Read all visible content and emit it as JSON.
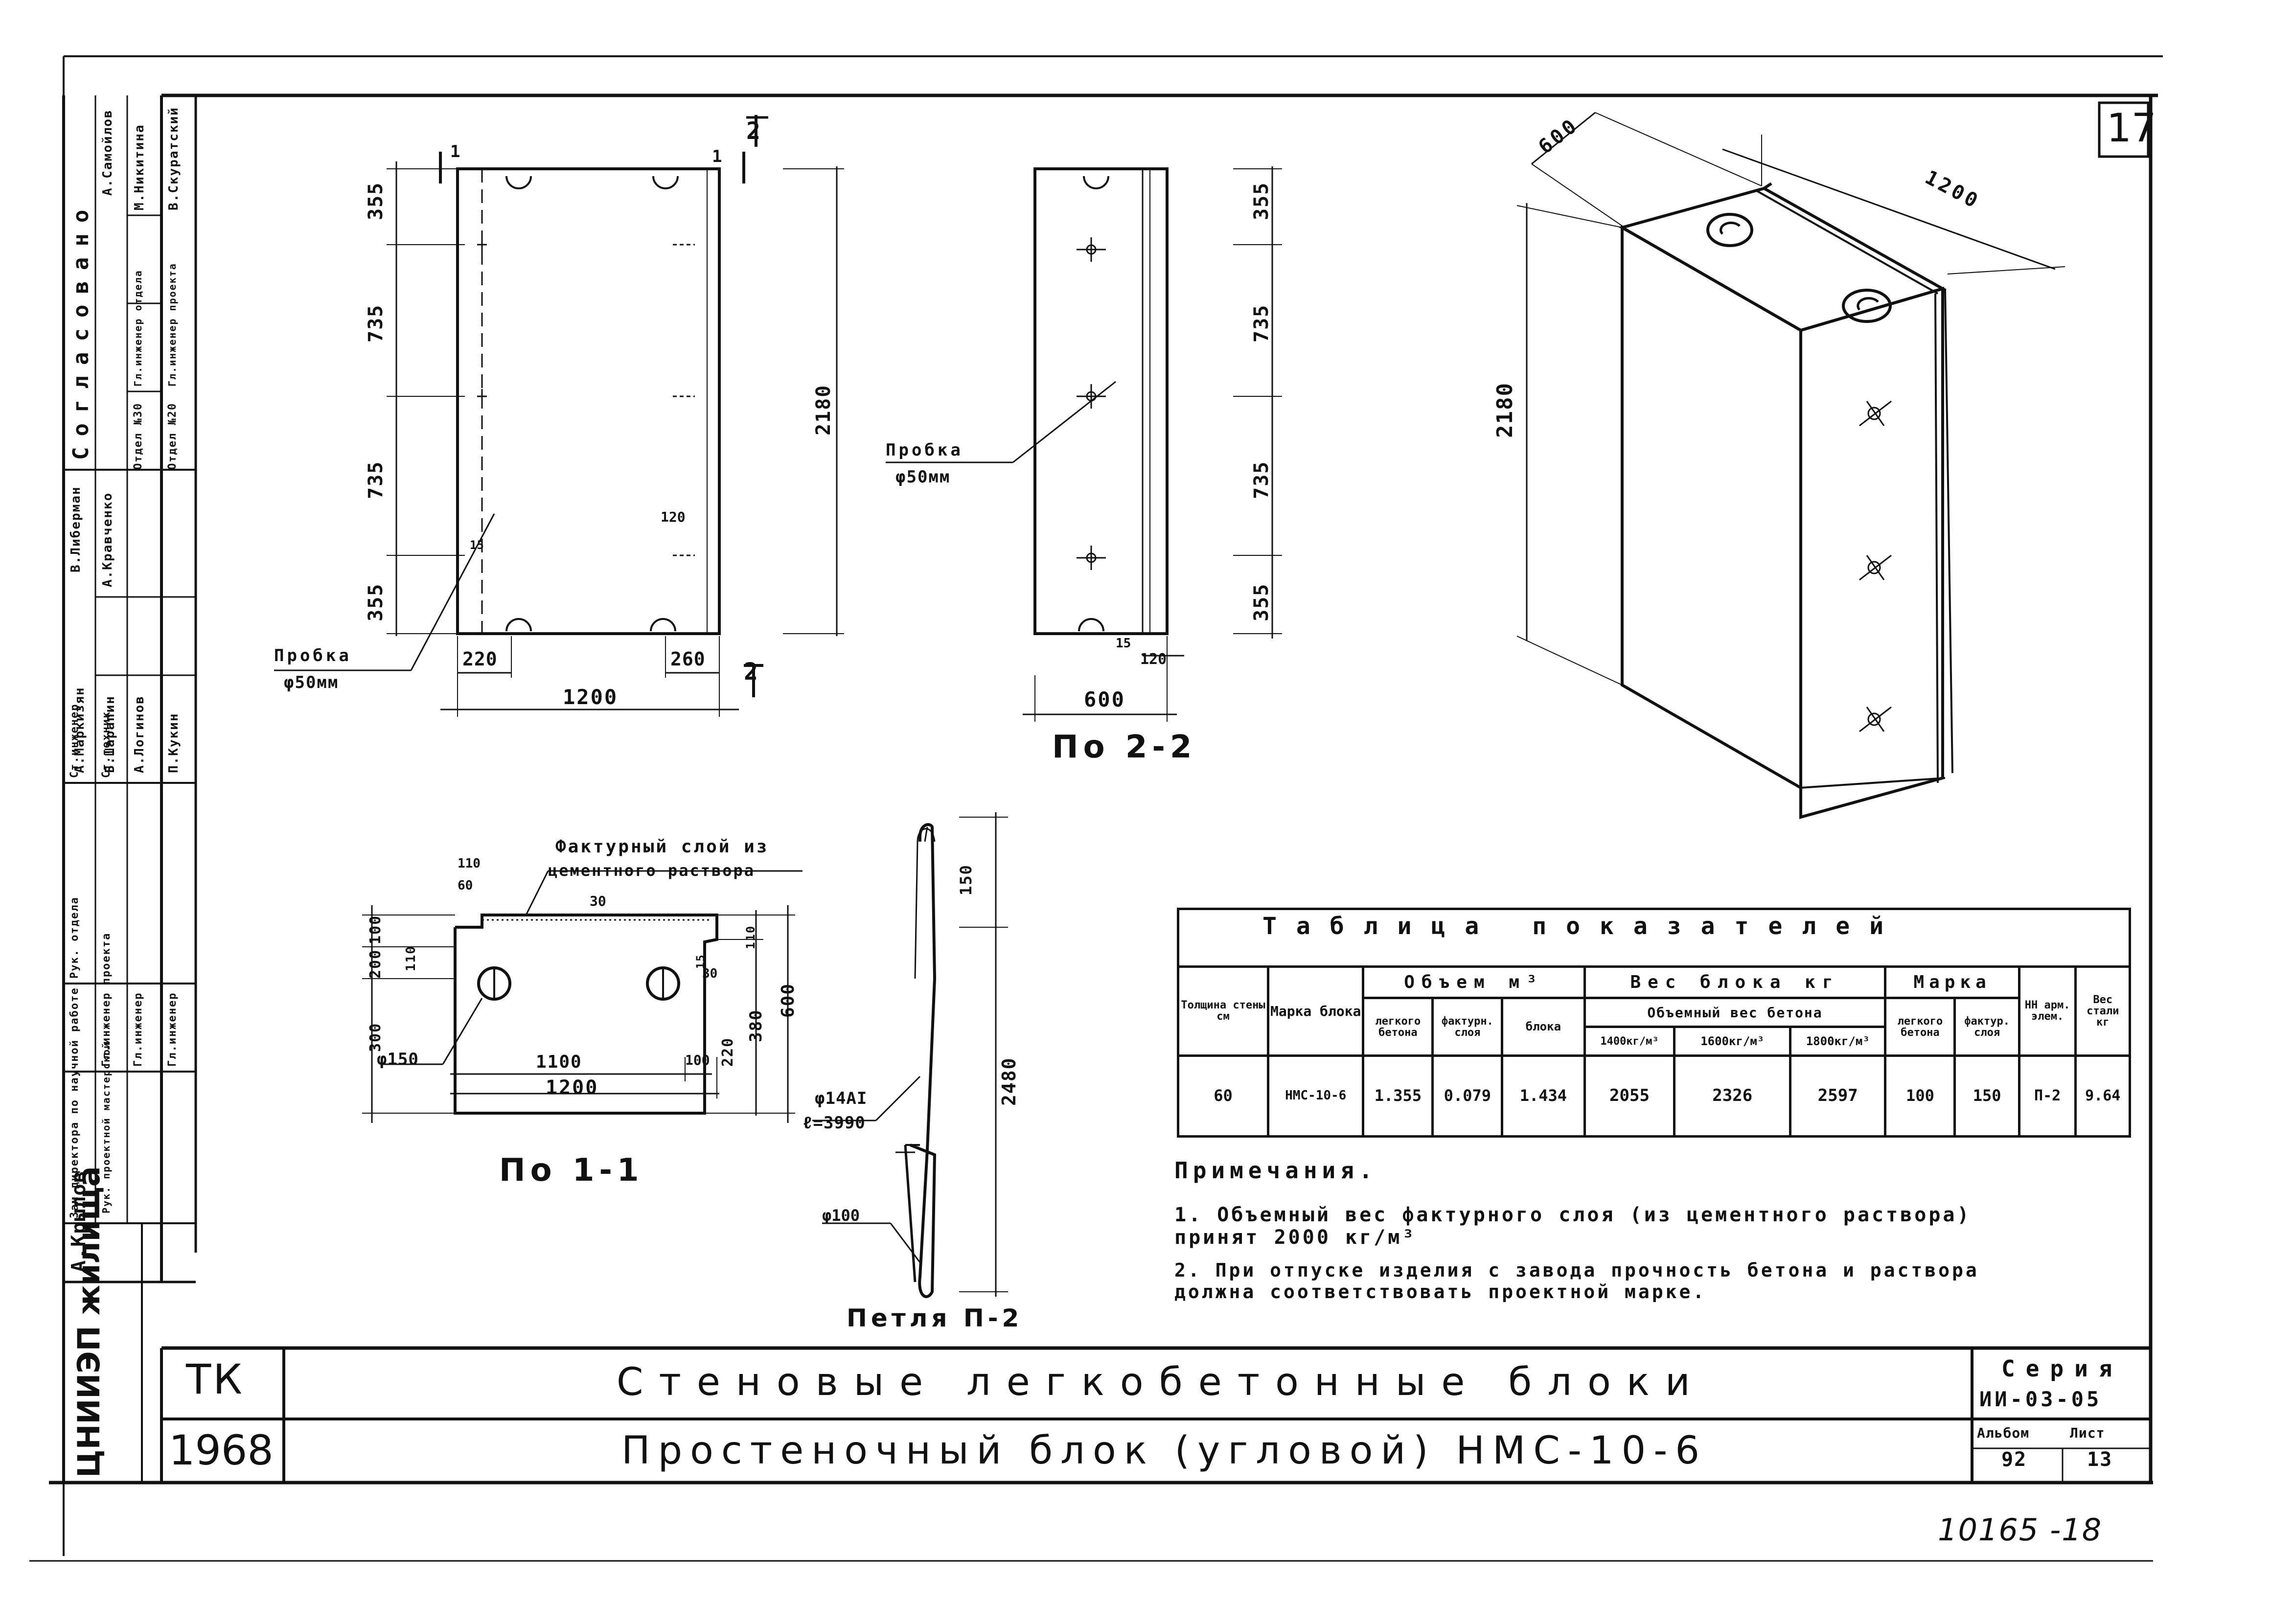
{
  "sheet_number": "17",
  "title_block": {
    "org_short": "ТК",
    "year": "1968",
    "title_line1": "Стеновые легкобетонные блоки",
    "title_line2": "Простеночный блок (угловой) НМС-10-6",
    "series_label": "Серия",
    "series_value": "ИИ-03-05",
    "album_label": "Альбом",
    "album_value": "92",
    "sheet_label": "Лист",
    "sheet_value": "13",
    "institute_logo_text": "ЦНИИЭП жилища"
  },
  "inventory_number": "10165 -18",
  "side_stamp": {
    "header": "Согласовано",
    "rows": [
      "Зам.директора по научной работе",
      "Рук. отдела",
      "Гл.инженер проекта",
      "Гл.инженер",
      "Гл.инженер",
      "Ст.инженер",
      "Ст.техник"
    ],
    "names": [
      "А.Крылов",
      "А.Маркизян",
      "Б.Шарапин",
      "А.Логинов",
      "П.Кукин",
      "В.Либерман",
      "А.Кравченко",
      "А.Самойлов",
      "М.Никитина",
      "В.Скуратский"
    ],
    "depts": [
      "Отдел №30",
      "Отдел №20",
      "Гл.инженер отдела",
      "Гл.инженер проекта",
      "Рук. проектной мастерской"
    ]
  },
  "front_view": {
    "dims_left": [
      "355",
      "735",
      "735",
      "355"
    ],
    "dim_total_height": "2180",
    "dims_bottom": [
      "220",
      "260"
    ],
    "dim_width": "1200",
    "small_dims": [
      "120",
      "15"
    ],
    "section_marks": [
      "1",
      "1",
      "2",
      "2"
    ],
    "plug_label": "Пробка",
    "plug_size": "φ50мм"
  },
  "side_view": {
    "plug_label": "Пробка",
    "plug_size": "φ50мм",
    "dims_right": [
      "355",
      "735",
      "735",
      "355"
    ],
    "dims_bottom": [
      "15",
      "120"
    ],
    "dim_width": "600",
    "caption": "По 2-2"
  },
  "iso_view": {
    "dim_depth": "600",
    "dim_length": "1200",
    "dim_height": "2180"
  },
  "section_1_1": {
    "layer_note_line1": "Фактурный слой из",
    "layer_note_line2": "цементного раствора",
    "dims_top": [
      "110",
      "60"
    ],
    "dim_30_top": "30",
    "dims_left": [
      "100",
      "200",
      "300",
      "110"
    ],
    "dims_right": [
      "15",
      "110",
      "220",
      "380",
      "30",
      "600"
    ],
    "hole_label": "φ150",
    "dim_inner": "1100",
    "dim_small": "100",
    "dim_width": "1200",
    "caption": "По 1-1"
  },
  "loop": {
    "dim_top": "150",
    "dim_total": "2480",
    "bar_label": "φ14АI",
    "bar_length": "ℓ=3990",
    "loop_dia": "φ100",
    "caption": "Петля П-2"
  },
  "table": {
    "title": "Таблица показателей",
    "headers": {
      "wall_thickness": "Толщина стены см",
      "block_mark": "Марка блока",
      "volume": "Объем м³",
      "vol_light": "легкого бетона",
      "vol_facing": "фактурн. слоя",
      "vol_block": "блока",
      "weight": "Вес блока кг",
      "weight_sub": "Объемный вес бетона",
      "w1400": "1400кг/м³",
      "w1600": "1600кг/м³",
      "w1800": "1800кг/м³",
      "mark": "Марка",
      "mark_light": "легкого бетона",
      "mark_facing": "фактур. слоя",
      "reinf": "НН арм. элем.",
      "steel": "Вес стали кг"
    },
    "row": {
      "wall_thickness": "60",
      "block_mark": "НМС-10-6",
      "vol_light": "1.355",
      "vol_facing": "0.079",
      "vol_block": "1.434",
      "w1400": "2055",
      "w1600": "2326",
      "w1800": "2597",
      "mark_light": "100",
      "mark_facing": "150",
      "reinf": "П-2",
      "steel": "9.64"
    }
  },
  "notes": {
    "header": "Примечания.",
    "items": [
      "1. Объемный вес фактурного слоя (из цементного раствора) принят 2000 кг/м³",
      "2. При отпуске изделия с завода прочность бетона и раствора должна соответствовать проектной марке."
    ]
  }
}
